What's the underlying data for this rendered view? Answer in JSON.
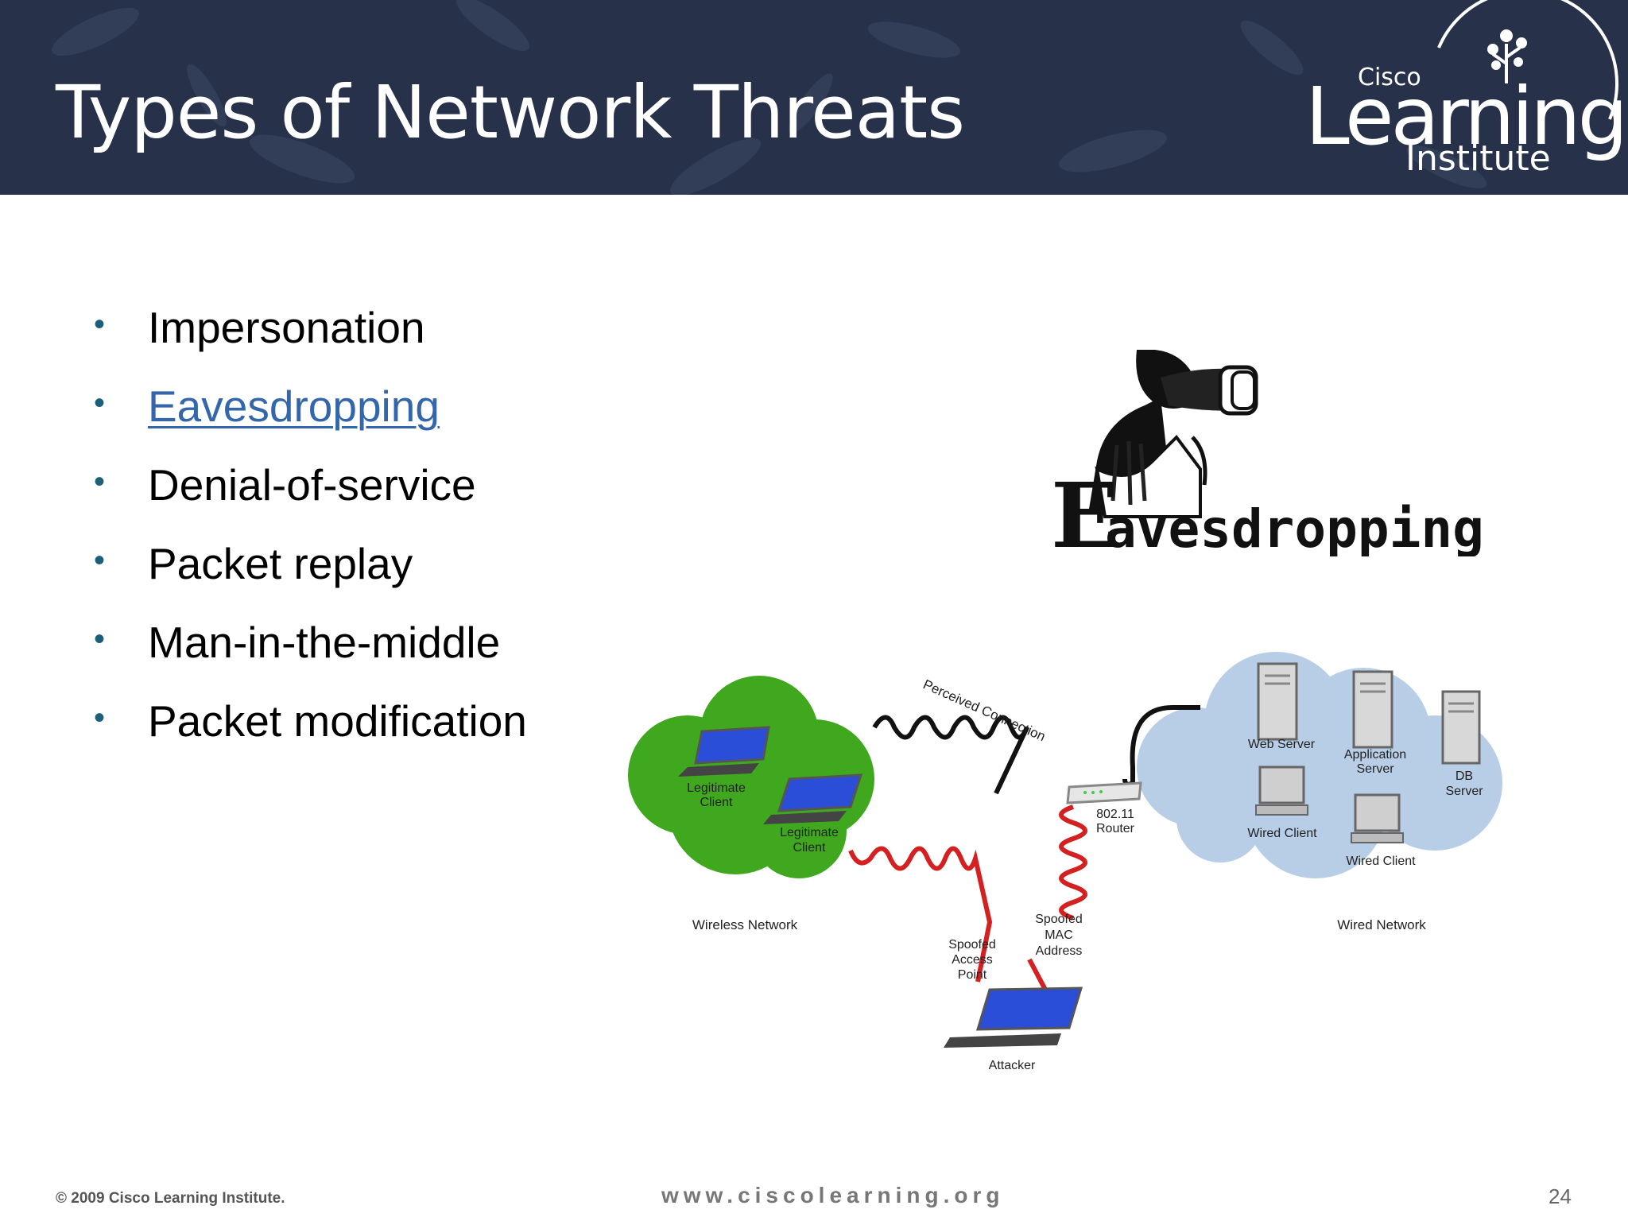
{
  "slide": {
    "title": "Types of Network Threats",
    "page_number": "24"
  },
  "logo": {
    "line1": "Cisco",
    "line2": "Learning",
    "line3": "Institute"
  },
  "bullets": [
    {
      "text": "Impersonation",
      "is_link": false
    },
    {
      "text": "Eavesdropping",
      "is_link": true
    },
    {
      "text": "Denial-of-service",
      "is_link": false
    },
    {
      "text": "Packet replay",
      "is_link": false
    },
    {
      "text": "Man-in-the-middle",
      "is_link": false
    },
    {
      "text": "Packet modification",
      "is_link": false
    }
  ],
  "eavesdropping_image": {
    "caption_first": "E",
    "caption_rest": "avesdropping"
  },
  "diagram": {
    "perceived_connection": "Perceived Connection",
    "wireless_network": "Wireless Network",
    "wired_network": "Wired Network",
    "legit_client_1_l1": "Legitimate",
    "legit_client_1_l2": "Client",
    "legit_client_2_l1": "Legitimate",
    "legit_client_2_l2": "Client",
    "router_l1": "802.11",
    "router_l2": "Router",
    "web_server": "Web Server",
    "app_server_l1": "Application",
    "app_server_l2": "Server",
    "db_server_l1": "DB",
    "db_server_l2": "Server",
    "wired_client_1": "Wired Client",
    "wired_client_2": "Wired Client",
    "spoofed_ap_l1": "Spoofed",
    "spoofed_ap_l2": "Access",
    "spoofed_ap_l3": "Point",
    "spoofed_mac_l1": "Spoofed",
    "spoofed_mac_l2": "MAC",
    "spoofed_mac_l3": "Address",
    "attacker": "Attacker"
  },
  "colors": {
    "header_bg": "#27314a",
    "bullet_dot": "#1d5f7a",
    "link": "#3366aa",
    "wireless_cloud": "#3fa81e",
    "wired_cloud": "#b8cde6",
    "attack_wave": "#d42020"
  },
  "footer": {
    "copyright": "© 2009 Cisco Learning Institute.",
    "url": "www.ciscolearning.org"
  }
}
